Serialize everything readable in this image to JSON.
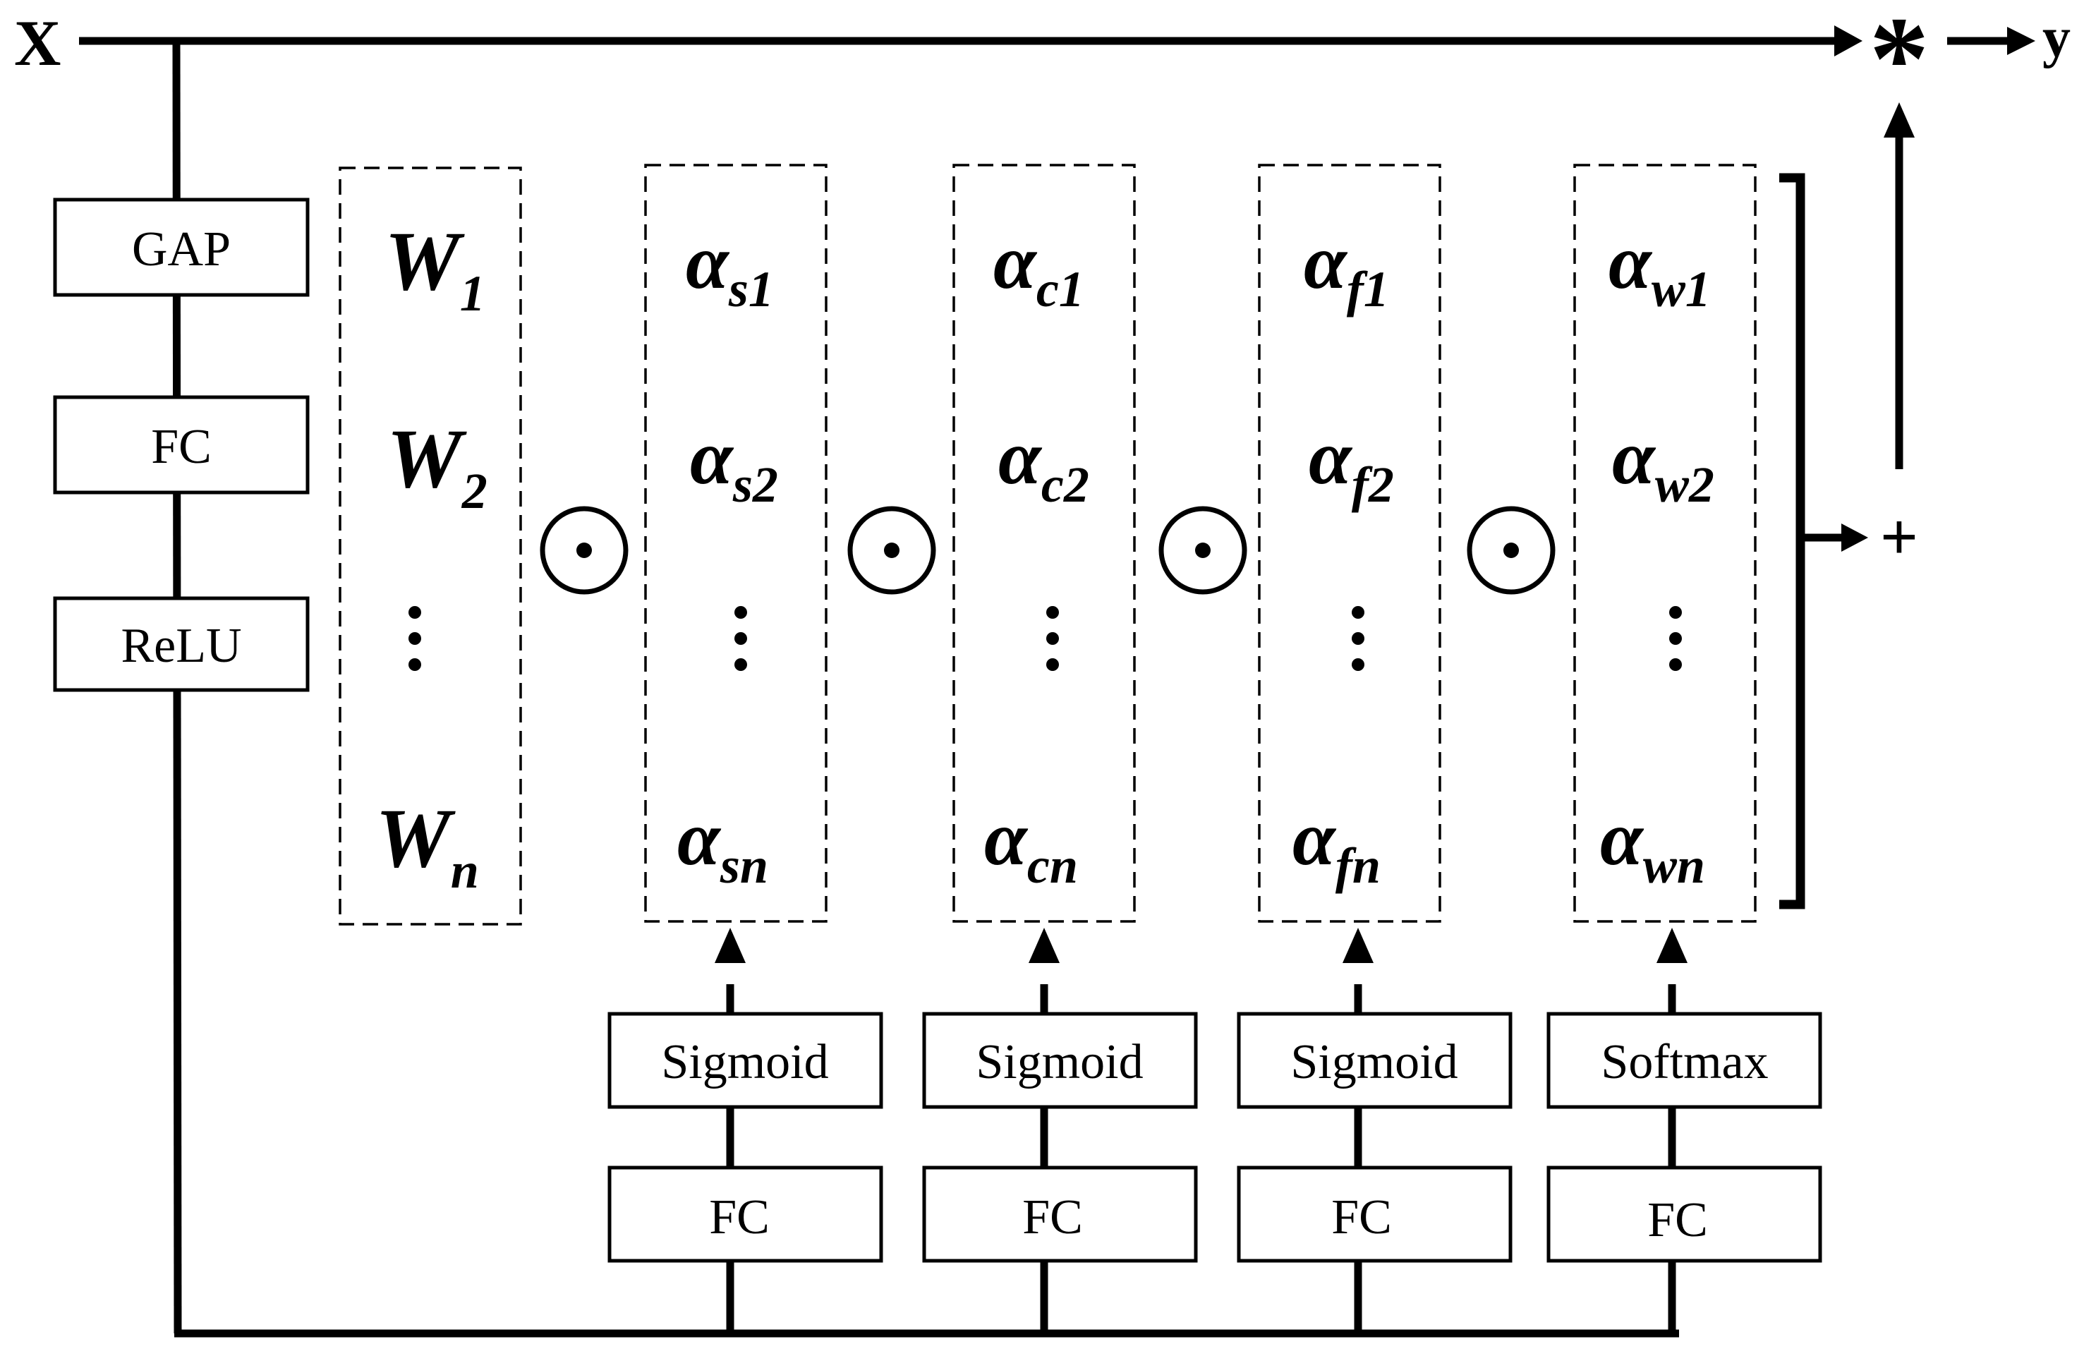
{
  "input_label": "X",
  "output_label": "y",
  "multiply_symbol": "*",
  "sum_symbol": "+",
  "hadamard_symbol": "⊙",
  "ellipsis": "⋮",
  "left_stack": [
    "GAP",
    "FC",
    "ReLU"
  ],
  "columns": [
    {
      "base": "W",
      "subs": [
        "1",
        "2",
        "n"
      ],
      "upper": "",
      "lower": ""
    },
    {
      "base": "α",
      "subs": [
        "s1",
        "s2",
        "sn"
      ],
      "upper": "Sigmoid",
      "lower": "FC"
    },
    {
      "base": "α",
      "subs": [
        "c1",
        "c2",
        "cn"
      ],
      "upper": "Sigmoid",
      "lower": "FC"
    },
    {
      "base": "α",
      "subs": [
        "f1",
        "f2",
        "fn"
      ],
      "upper": "Sigmoid",
      "lower": "FC"
    },
    {
      "base": "α",
      "subs": [
        "w1",
        "w2",
        "wn"
      ],
      "upper": "Softmax",
      "lower": "FC"
    }
  ]
}
